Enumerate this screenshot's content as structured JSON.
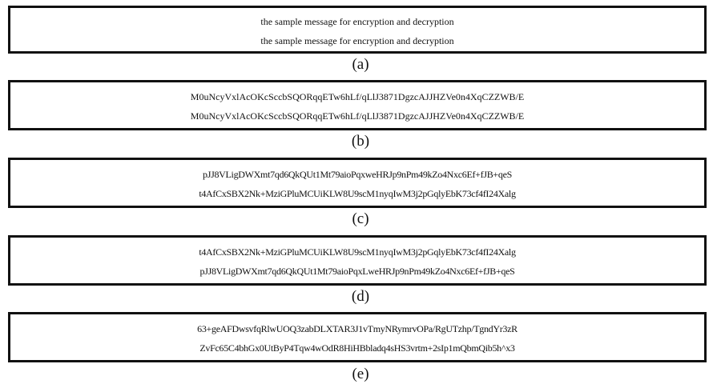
{
  "panels": [
    {
      "caption": "(a)",
      "lines": [
        "the sample message for encryption and decryption",
        "the sample message for encryption and decryption"
      ]
    },
    {
      "caption": "(b)",
      "lines": [
        "M0uNcyVxlAcOKcSccbSQORqqETw6hLf/qLlJ3871DgzcAJJHZVe0n4XqCZZWB/E",
        "M0uNcyVxlAcOKcSccbSQORqqETw6hLf/qLlJ3871DgzcAJJHZVe0n4XqCZZWB/E"
      ]
    },
    {
      "caption": "(c)",
      "lines": [
        "pJJ8VLigDWXmt7qd6QkQUt1Mt79aioPqxweHRJp9nPm49kZo4Nxc6Ef+fJB+qeS",
        "t4AfCxSBX2Nk+MziGPluMCUiKLW8U9scM1nyqIwM3j2pGqlyEbK73cf4fI24Xalg"
      ]
    },
    {
      "caption": "(d)",
      "lines": [
        "t4AfCxSBX2Nk+MziGPluMCUiKLW8U9scM1nyqIwM3j2pGqlyEbK73cf4fI24Xalg",
        "pJJ8VLigDWXmt7qd6QkQUt1Mt79aioPqxLweHRJp9nPm49kZo4Nxc6Ef+fJB+qeS"
      ]
    },
    {
      "caption": "(e)",
      "lines": [
        "63+geAFDwsvfqRlwUOQ3zabDLXTAR3J1vTmyNRymrvOPa/RgUTzhp/TgndYr3zR",
        "ZvFc65C4bhGx0UtByP4Tqw4wOdR8HiHBbladq4sHS3vrtm+2sIp1mQbmQib5h^x3"
      ]
    }
  ]
}
